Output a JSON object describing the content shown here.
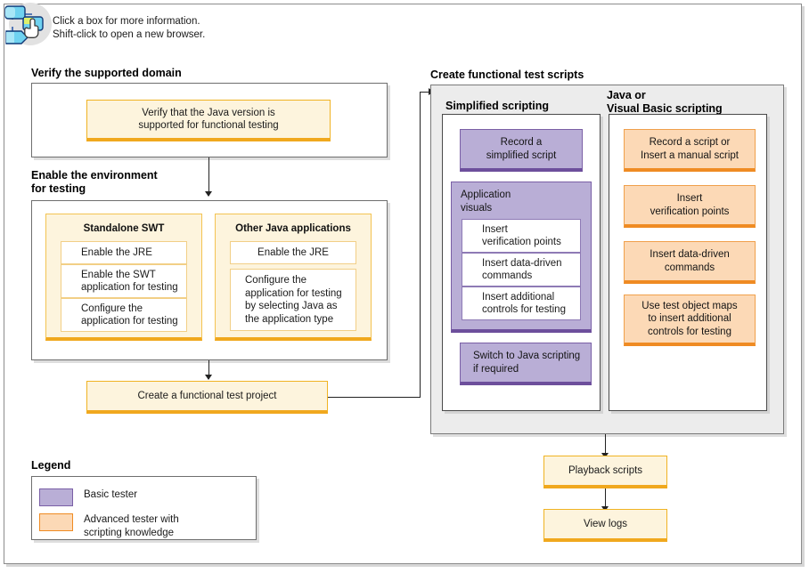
{
  "hint": {
    "icon": "flowchart-cursor-icon",
    "line1": "Click a box for more information.",
    "line2": "Shift-click to open a new browser."
  },
  "sections": {
    "verify": {
      "heading": "Verify the supported domain"
    },
    "enable": {
      "heading_line1": "Enable the environment",
      "heading_line2": "for testing"
    },
    "scripts": {
      "heading": "Create functional test scripts"
    },
    "legend": {
      "heading": "Legend"
    }
  },
  "verify_node": {
    "line1": "Verify that the Java version is",
    "line2": "supported for functional testing"
  },
  "enable_groups": [
    {
      "title": "Standalone SWT",
      "items": [
        "Enable the JRE",
        "Enable the SWT\napplication for testing",
        "Configure the\napplication for testing"
      ]
    },
    {
      "title": "Other Java applications",
      "items": [
        "Enable the JRE",
        "Configure the\napplication for testing\nby selecting Java as\nthe application type"
      ]
    }
  ],
  "create_project_node": "Create a functional test project",
  "scripts_panel": {
    "columns": [
      {
        "header": "Simplified scripting",
        "header_line2": "",
        "nodes": [
          {
            "type": "purple",
            "text": "Record a\nsimplified script"
          },
          {
            "type": "purple-group",
            "title": "Application\nvisuals",
            "items": [
              "Insert\nverification points",
              "Insert data-driven\ncommands",
              "Insert additional\ncontrols for testing"
            ]
          },
          {
            "type": "purple-left",
            "text": "Switch to Java scripting\nif required"
          }
        ]
      },
      {
        "header": "Java or",
        "header_line2": "Visual Basic scripting",
        "nodes": [
          {
            "type": "orange",
            "text": "Record a script or\nInsert a manual script"
          },
          {
            "type": "orange",
            "text": "Insert\nverification points"
          },
          {
            "type": "orange",
            "text": "Insert data-driven\ncommands"
          },
          {
            "type": "orange",
            "text": "Use test object maps\nto insert additional\ncontrols for testing"
          }
        ]
      }
    ]
  },
  "playback_node": "Playback scripts",
  "viewlogs_node": "View logs",
  "legend_items": [
    {
      "swatch": "purple",
      "label": "Basic tester"
    },
    {
      "swatch": "orange",
      "label": "Advanced tester with\nscripting knowledge"
    }
  ],
  "colors": {
    "yellow_fill": "#fdf4dd",
    "yellow_border": "#f0b323",
    "purple_fill": "#b9aed6",
    "purple_border": "#6d4f9c",
    "orange_fill": "#fcd9b6",
    "orange_border": "#ef8b23",
    "panel_gray": "#ececec",
    "frame_gray": "#8c8c8c"
  }
}
